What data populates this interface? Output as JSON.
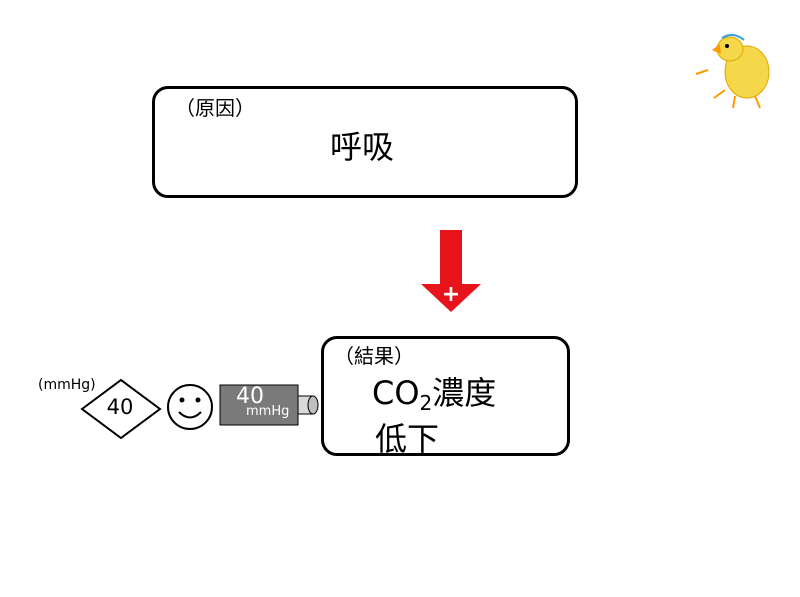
{
  "cause": {
    "label": "（原因）",
    "text": "呼吸"
  },
  "arrow": {
    "sign": "+",
    "color": "#e8141b"
  },
  "result": {
    "label": "（結果）",
    "co": "CO",
    "sub": "2",
    "rest": "濃度",
    "line2": "低下"
  },
  "measurement": {
    "unit": "(mmHg)",
    "diamond_value": "40",
    "tube_value": "40",
    "tube_unit": "mmHg"
  },
  "icons": [
    "smiley-face-icon",
    "chick-icon"
  ],
  "colors": {
    "tube": "#7a7a7a",
    "arrow": "#e8141b",
    "chick": "#f5d84a"
  }
}
